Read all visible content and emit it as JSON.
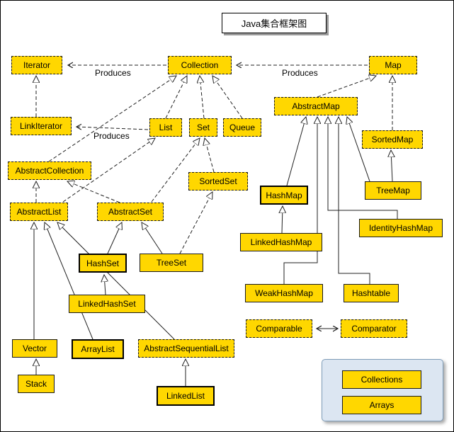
{
  "title": "Java集合框架图",
  "labels": {
    "produces": "Produces"
  },
  "nodes": {
    "iterator": "Iterator",
    "collection": "Collection",
    "map": "Map",
    "linkiterator": "LinkIterator",
    "list": "List",
    "set": "Set",
    "queue": "Queue",
    "abstract_map": "AbstractMap",
    "sorted_map": "SortedMap",
    "abstract_collection": "AbstractCollection",
    "sorted_set": "SortedSet",
    "tree_map": "TreeMap",
    "hash_map": "HashMap",
    "abstract_list": "AbstractList",
    "abstract_set": "AbstractSet",
    "identity_hash_map": "IdentityHashMap",
    "linked_hash_map": "LinkedHashMap",
    "hash_set": "HashSet",
    "tree_set": "TreeSet",
    "weak_hash_map": "WeakHashMap",
    "hashtable": "Hashtable",
    "linked_hash_set": "LinkedHashSet",
    "comparable": "Comparable",
    "comparator": "Comparator",
    "vector": "Vector",
    "array_list": "ArrayList",
    "abstract_sequential_list": "AbstractSequentialList",
    "stack": "Stack",
    "linked_list": "LinkedList",
    "collections": "Collections",
    "arrays": "Arrays"
  },
  "colors": {
    "node_fill": "#FFD700",
    "node_border": "#1a1a1a",
    "panel_fill": "#dce6f2",
    "panel_border": "#7f9db9"
  }
}
